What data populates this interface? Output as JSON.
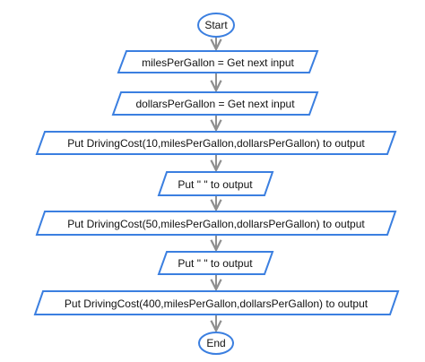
{
  "flowchart": {
    "colors": {
      "node_border": "#3b7fe0",
      "node_fill": "#ffffff",
      "arrow": "#8f8f8f",
      "text": "#111111"
    },
    "start_label": "Start",
    "end_label": "End",
    "steps": [
      {
        "shape": "parallelogram",
        "label": "milesPerGallon = Get next input"
      },
      {
        "shape": "parallelogram",
        "label": "dollarsPerGallon = Get next input"
      },
      {
        "shape": "parallelogram",
        "label": "Put DrivingCost(10,milesPerGallon,dollarsPerGallon) to output"
      },
      {
        "shape": "parallelogram",
        "label": "Put \" \" to output"
      },
      {
        "shape": "parallelogram",
        "label": "Put DrivingCost(50,milesPerGallon,dollarsPerGallon) to output"
      },
      {
        "shape": "parallelogram",
        "label": "Put \" \" to output"
      },
      {
        "shape": "parallelogram",
        "label": "Put DrivingCost(400,milesPerGallon,dollarsPerGallon) to output"
      }
    ]
  }
}
